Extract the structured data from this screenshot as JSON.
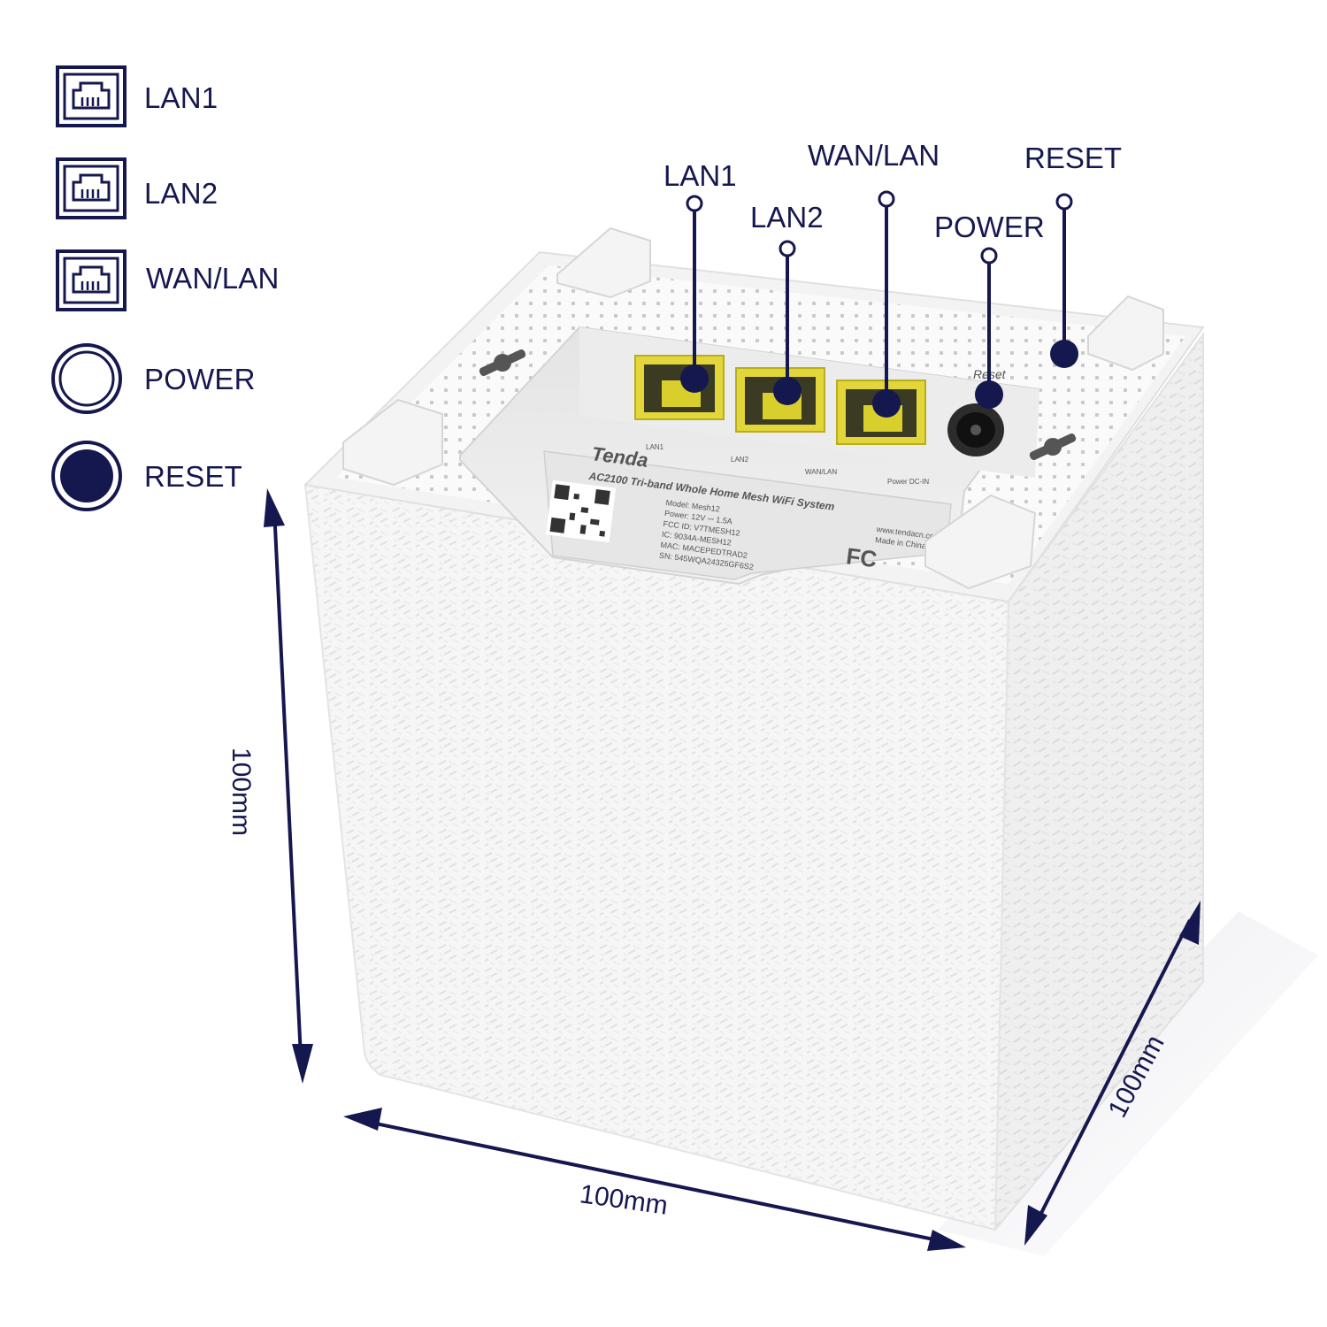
{
  "legend": {
    "items": [
      {
        "label": "LAN1",
        "icon": "ethernet-port-icon"
      },
      {
        "label": "LAN2",
        "icon": "ethernet-port-icon"
      },
      {
        "label": "WAN/LAN",
        "icon": "ethernet-port-icon"
      },
      {
        "label": "POWER",
        "icon": "power-ring-icon"
      },
      {
        "label": "RESET",
        "icon": "reset-dot-icon"
      }
    ]
  },
  "callouts": {
    "lan1": "LAN1",
    "lan2": "LAN2",
    "wanlan": "WAN/LAN",
    "power": "POWER",
    "reset": "RESET"
  },
  "dimensions": {
    "height": "100mm",
    "width": "100mm",
    "depth": "100mm"
  },
  "device": {
    "brand": "Tenda",
    "model_line": "AC2100 Tri-band Whole Home Mesh WiFi System",
    "port_labels": [
      "LAN1",
      "LAN2",
      "WAN/LAN",
      "Power DC-IN"
    ],
    "reset_label": "Reset",
    "sticker_lines": [
      "Model: Mesh12",
      "Power: 12V ⎓ 1.5A",
      "FCC ID: V7TMESH12",
      "IC: 9034A-MESH12",
      "MAC: MACEPEDTRAD2",
      "SN: 545WQA24325GF6S2"
    ],
    "sticker_right": [
      "www.tendacn.com",
      "Made in China"
    ]
  },
  "colors": {
    "accent": "#15174f",
    "port_yellow": "#e2d63a",
    "device_white": "#f7f7f7"
  }
}
